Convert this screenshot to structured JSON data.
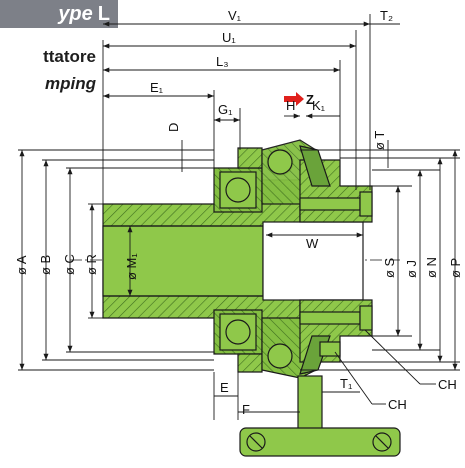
{
  "header": {
    "badge_word": "ype",
    "badge_letter": "L",
    "caption_line1": "ttatore",
    "caption_line2": "mping"
  },
  "dimensions": {
    "V1": "V₁",
    "T2": "T₂",
    "U1": "U₁",
    "L3": "L₃",
    "E1": "E₁",
    "Z": "Z",
    "G1": "G₁",
    "H": "H",
    "K1": "K₁",
    "D": "D",
    "oT": "ø T",
    "oA": "ø A",
    "oB": "ø B",
    "oC": "ø C",
    "oR": "ø R",
    "oM1": "ø M₁",
    "W": "W",
    "oS": "ø S",
    "oJ": "ø J",
    "oN": "ø N",
    "oP": "ø P",
    "CH_right": "CH",
    "CH_bottom": "CH",
    "E": "E",
    "F": "F",
    "T1": "T₁"
  },
  "colors": {
    "badge_bg": "#7d8088",
    "part_fill": "#8fc84a",
    "part_fill_dark": "#6aa33a",
    "line": "#1a1a1a",
    "arrow": "#e0201c"
  }
}
